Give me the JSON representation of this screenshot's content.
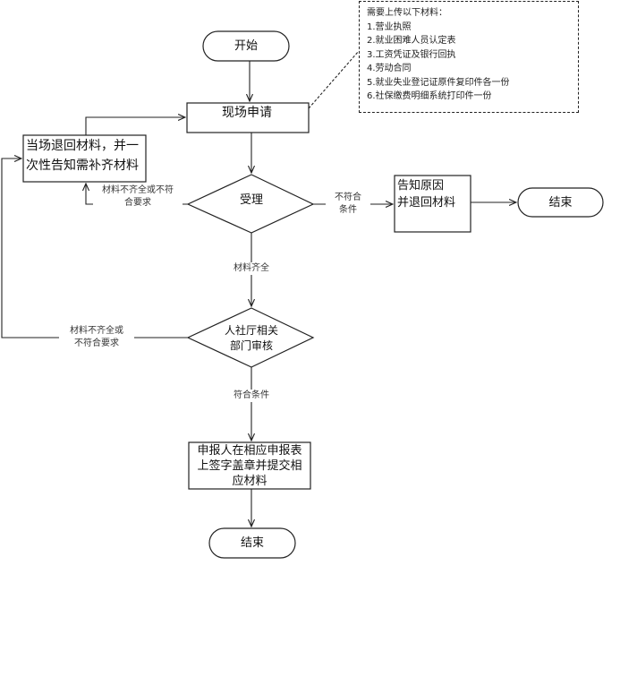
{
  "nodes": {
    "start": "开始",
    "apply": "现场申请",
    "return_materials": [
      "当场退回材料，并一",
      "次性告知需补齐材料"
    ],
    "accept": "受理",
    "reason": [
      "告知原因",
      "并退回材料"
    ],
    "end_right": "结束",
    "review": [
      "人社厅相关",
      "部门审核"
    ],
    "sign": [
      "申报人在相应申报表",
      "上签字盖章并提交相",
      "应材料"
    ],
    "end_bottom": "结束"
  },
  "edge_labels": {
    "incomplete_1": [
      "材料不齐全或不符",
      "合要求"
    ],
    "not_qualified": [
      "不符合",
      "条件"
    ],
    "complete": "材料齐全",
    "incomplete_2": [
      "材料不齐全或",
      "不符合要求"
    ],
    "qualified": "符合条件"
  },
  "note": {
    "title": "需要上传以下材料：",
    "items": [
      "1.营业执照",
      "2.就业困难人员认定表",
      "3.工资凭证及银行回执",
      "4.劳动合同",
      "5.就业失业登记证原件复印件各一份",
      "6.社保缴费明细系统打印件一份"
    ]
  }
}
